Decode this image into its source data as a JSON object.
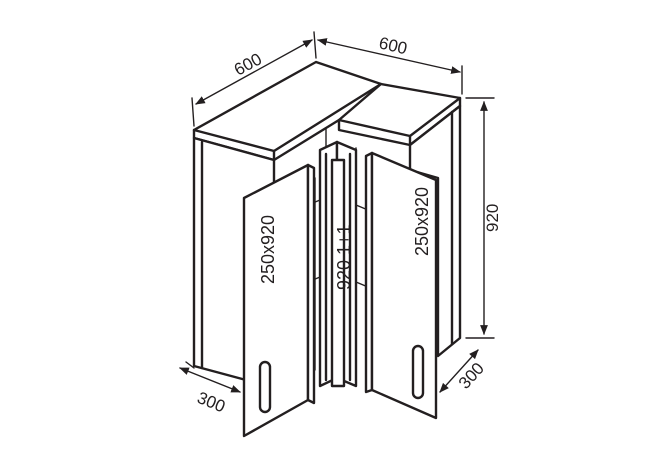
{
  "dimensions": {
    "top_left_depth": "600",
    "top_right_width": "600",
    "height": "920",
    "bottom_left_depth": "300",
    "bottom_right_depth": "300"
  },
  "labels": {
    "left_door": "250x920",
    "right_door": "250x920",
    "center_post": "920 1+1"
  }
}
